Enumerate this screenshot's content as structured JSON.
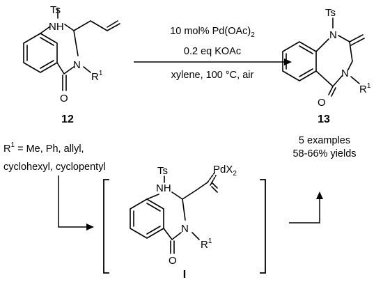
{
  "starting_material": {
    "ts": "Ts",
    "nh": "NH",
    "n": "N",
    "o": "O",
    "r": "R",
    "r_sup": "1",
    "number": "12"
  },
  "conditions": {
    "catalyst_prefix": "10 mol% Pd(OAc)",
    "catalyst_sub": "2",
    "base": "0.2 eq KOAc",
    "solvent": "xylene, 100 °C, air"
  },
  "product": {
    "ts": "Ts",
    "n1": "N",
    "n2": "N",
    "o": "O",
    "r": "R",
    "r_sup": "1",
    "number": "13"
  },
  "scope": {
    "line1": "5 examples",
    "line2": "58-66% yields"
  },
  "substituents": {
    "prefix": "R",
    "sup": "1",
    "line1_rest": " = Me, Ph, allyl,",
    "line2": "cyclohexyl, cyclopentyl"
  },
  "intermediate": {
    "ts": "Ts",
    "nh": "NH",
    "n": "N",
    "o": "O",
    "r": "R",
    "r_sup": "1",
    "pd": "PdX",
    "pd_sub": "2",
    "label": "I"
  }
}
